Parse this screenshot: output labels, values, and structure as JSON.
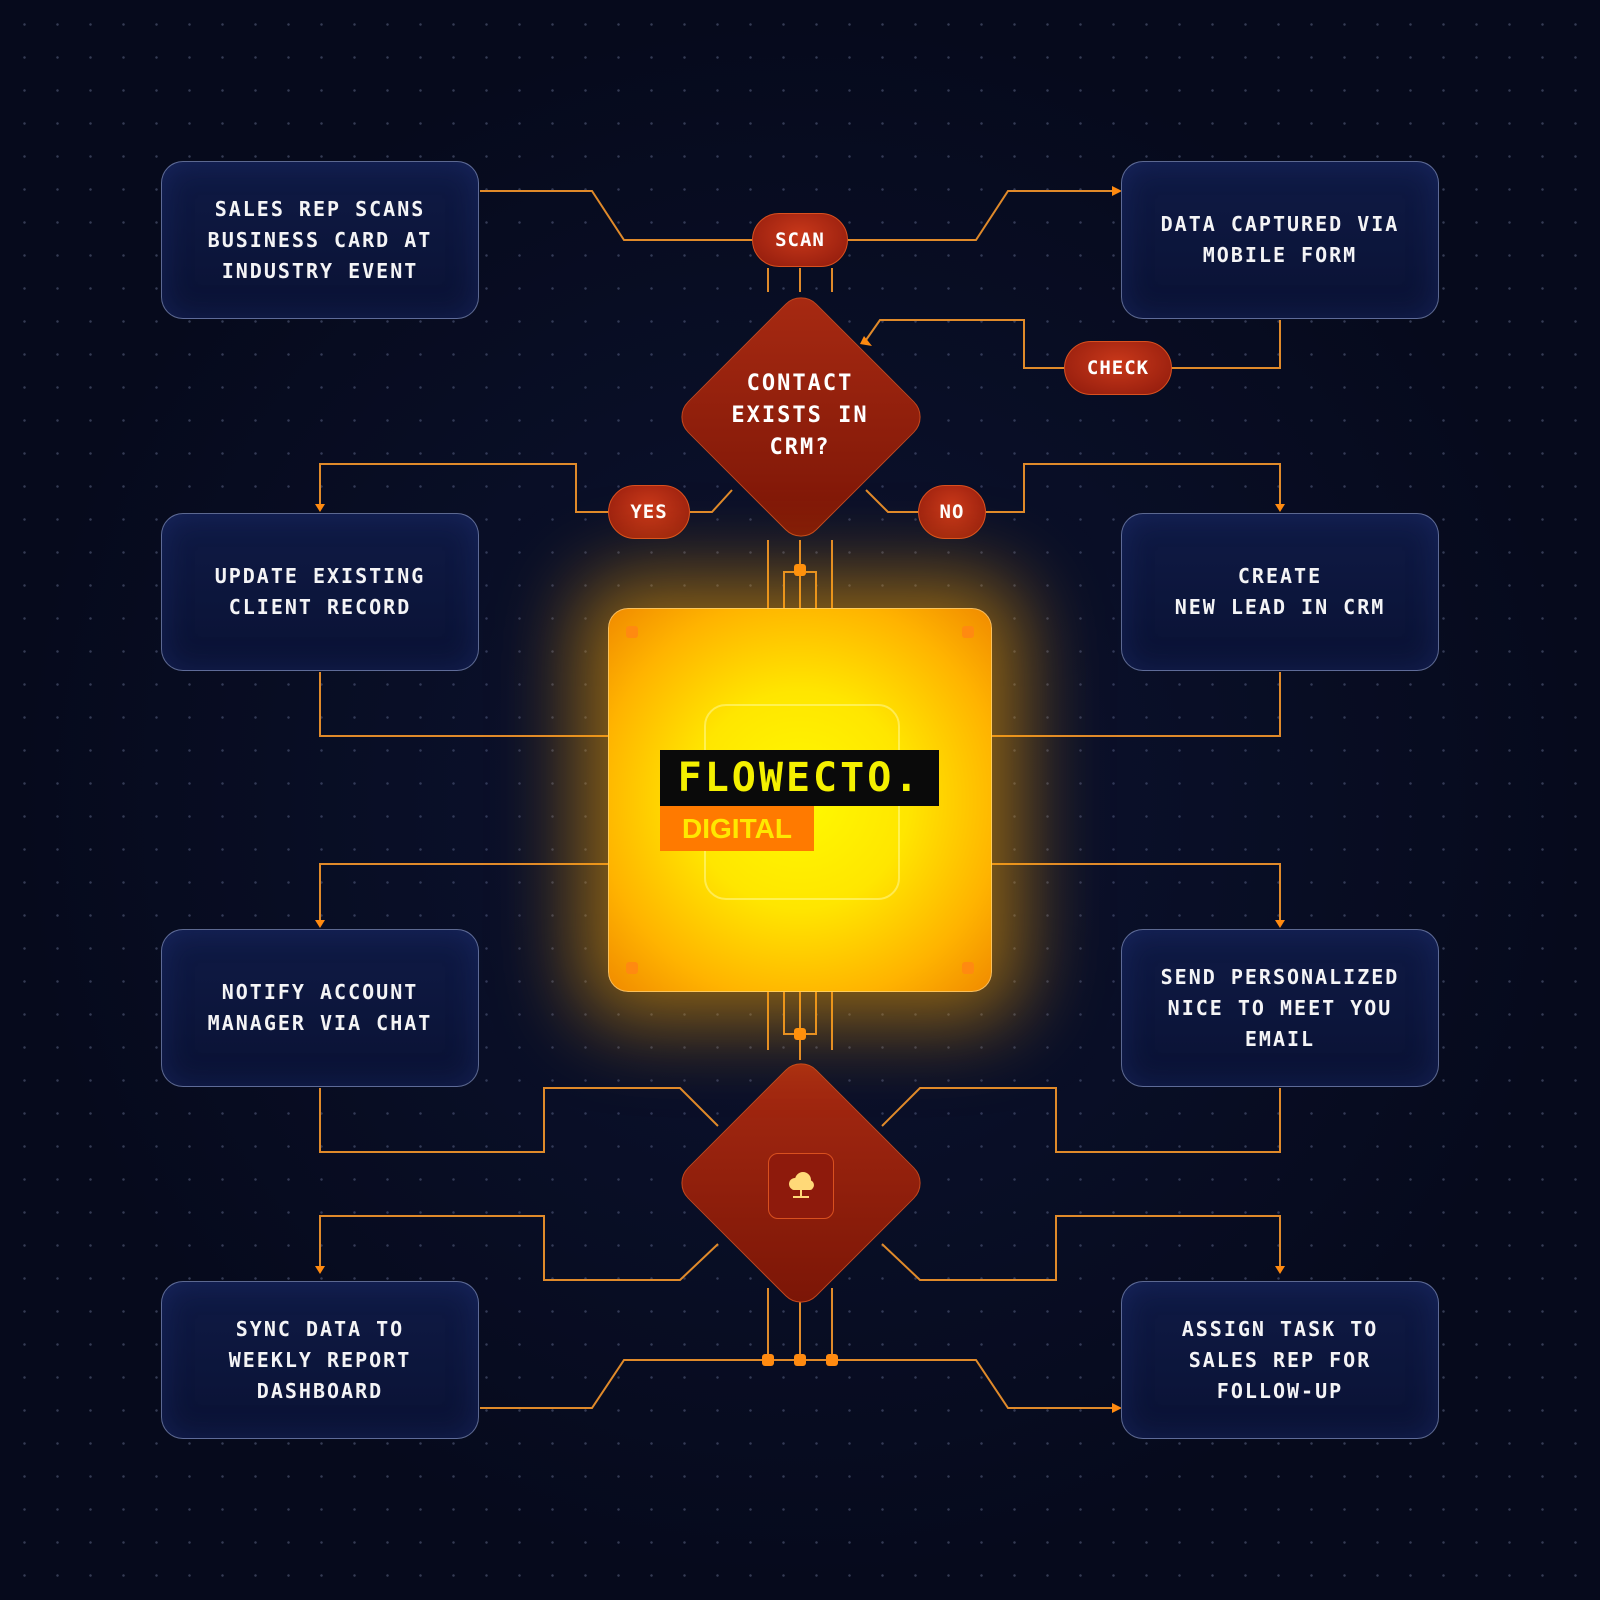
{
  "brand": {
    "line1": "FLOWECTO.",
    "line2": "DIGITAL"
  },
  "colors": {
    "background": "#060a1c",
    "wire": "#e08a2a",
    "node": "#a82a12",
    "hub": "#ffe600",
    "accent": "#ff7a00"
  },
  "nodes": {
    "scan_card": "SALES REP SCANS\nBUSINESS CARD AT\nINDUSTRY EVENT",
    "data_captured": "DATA CAPTURED VIA\nMOBILE FORM",
    "update_record": "UPDATE EXISTING\nCLIENT RECORD",
    "create_lead": "CREATE\nNEW LEAD IN CRM",
    "notify_manager": "NOTIFY ACCOUNT\nMANAGER VIA CHAT",
    "send_email": "SEND PERSONALIZED\nNICE TO MEET YOU\nEMAIL",
    "sync_data": "SYNC DATA TO\nWEEKLY REPORT\nDASHBOARD",
    "assign_task": "ASSIGN TASK TO\nSALES REP FOR\nFOLLOW-UP"
  },
  "decision": {
    "label": "CONTACT\nEXISTS IN\nCRM?"
  },
  "labels": {
    "scan": "SCAN",
    "check": "CHECK",
    "yes": "YES",
    "no": "NO"
  },
  "icons": {
    "bottom_decision": "cloud-network-icon"
  }
}
